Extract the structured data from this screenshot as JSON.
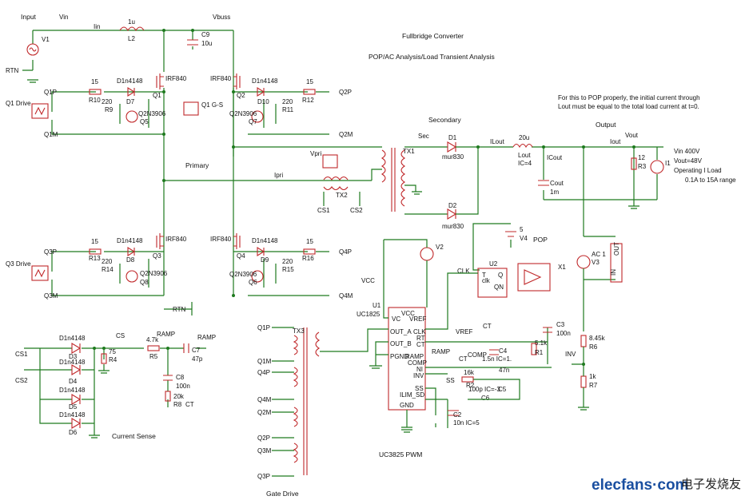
{
  "title": "Fullbridge Converter",
  "subtitle": "POP/AC Analysis/Load Transient Analysis",
  "note": [
    "For this to POP properly, the initial current through",
    "Lout must be equal to the total load current at t=0."
  ],
  "sections": {
    "input": "Input",
    "primary": "Primary",
    "secondary": "Secondary",
    "output": "Output",
    "current_sense": "Current Sense",
    "gate_drive": "Gate Drive",
    "pwm": "UC3825 PWM",
    "pop": "POP"
  },
  "specs": [
    "Vin 400V",
    "Vout=48V",
    "Operating I Load",
    "0.1A to 15A range"
  ],
  "nets": {
    "vin": "Vin",
    "iin": "Iin",
    "vbuss": "Vbuss",
    "rtn": "RTN",
    "rtn2": "RTN",
    "q1p": "Q1P",
    "q1m": "Q1M",
    "q2p": "Q2P",
    "q2m": "Q2M",
    "q3p": "Q3P",
    "q3m": "Q3M",
    "q4p": "Q4P",
    "q4m": "Q4M",
    "sec": "Sec",
    "ilout": "ILout",
    "icout": "ICout",
    "iout": "Iout",
    "vout": "Vout",
    "vpri": "Vpri",
    "ipri": "Ipri",
    "cs1": "CS1",
    "cs2": "CS2",
    "cs": "CS",
    "ramp": "RAMP",
    "ramp2": "RAMP",
    "ramp3": "RAMP",
    "ct": "CT",
    "ct2": "CT",
    "ct3": "CT",
    "vcc": "VCC",
    "vref": "VREF",
    "comp": "COMP",
    "ss": "SS",
    "inv": "INV",
    "clk": "CLK"
  },
  "components": {
    "v1": "V1",
    "l2": "L2",
    "l2v": "1u",
    "c9": "C9",
    "c9v": "10u",
    "q1drive": "Q1 Drive",
    "q1gs": "Q1 G-S",
    "q3drive": "Q3 Drive",
    "r10": "R10",
    "r10v": "15",
    "r9": "R9",
    "r9v": "220",
    "d7": "D7",
    "d7v": "D1n4148",
    "q1": "Q1",
    "q1v": "IRF840",
    "q5": "Q5",
    "q5v": "Q2N3906",
    "q2": "Q2",
    "q2v": "IRF840",
    "d10": "D10",
    "d10v": "D1n4148",
    "r12": "R12",
    "r12v": "15",
    "r11": "R11",
    "r11v": "220",
    "q7": "Q7",
    "q7v": "Q2N3906",
    "r13": "R13",
    "r13v": "15",
    "r14": "R14",
    "r14v": "220",
    "d8": "D8",
    "d8v": "D1n4148",
    "q3": "Q3",
    "q3v": "IRF840",
    "q8": "Q8",
    "q8v": "Q2N3906",
    "q4": "Q4",
    "q4v": "IRF840",
    "d9": "D9",
    "d9v": "D1n4148",
    "r16": "R16",
    "r16v": "15",
    "r15": "R15",
    "r15v": "220",
    "q6": "Q6",
    "q6v": "Q2N3906",
    "tx1": "TX1",
    "tx2": "TX2",
    "tx3": "TX3",
    "d1": "D1",
    "d1v": "mur830",
    "d2": "D2",
    "d2v": "mur830",
    "lout": "Lout",
    "loutv": "20u",
    "loutic": "IC=4",
    "cout": "Cout",
    "coutv": "1m",
    "r3": "R3",
    "r3v": "12",
    "i1": "I1",
    "v4": "V4",
    "v4v": "5",
    "u2": "U2",
    "x1": "X1",
    "v2": "V2",
    "v3": "V3",
    "v3v": "AC 1",
    "u1": "U1",
    "u1v": "UC1825",
    "c3": "C3",
    "c3v": "100n",
    "r1": "R1",
    "r1v": "5.1k",
    "c4": "C4",
    "c4v": "1.5n IC=1.",
    "c5": "C5",
    "c5v": "100p IC=-3",
    "c5top": "47n",
    "r2": "R2",
    "r2v": "16k",
    "c6": "C6",
    "c2": "C2",
    "c2v": "10n IC=5",
    "r6": "R6",
    "r6v": "8.45k",
    "r7": "R7",
    "r7v": "1k",
    "d3": "D3",
    "d4": "D4",
    "d5": "D5",
    "d6": "D6",
    "dv": "D1n4148",
    "r4": "R4",
    "r4v": "75",
    "r5": "R5",
    "r5v": "4.7k",
    "c7": "C7",
    "c7v": "47p",
    "c8": "C8",
    "c8v": "100n",
    "r8": "R8",
    "r8v": "20k",
    "outin": "OUT",
    "outin2": "= OUT IN",
    "in": "IN"
  },
  "u1_pins": [
    "VC",
    "VCC",
    "VREF",
    "OUT_A",
    "OUT_B",
    "CLK",
    "RT",
    "CT",
    "PGND",
    "RAMP",
    "COMP",
    "NI",
    "INV",
    "SS",
    "ILIM_SD",
    "GND"
  ],
  "u2_pins": [
    "T",
    "Q",
    "clk",
    "QN"
  ],
  "gate_nets": [
    "Q1P",
    "Q1M",
    "Q4P",
    "Q4M",
    "Q2M",
    "Q2P",
    "Q3M",
    "Q3P"
  ],
  "brand": {
    "logo": "elecfans·com",
    "logo_cn": "电子发烧友"
  }
}
